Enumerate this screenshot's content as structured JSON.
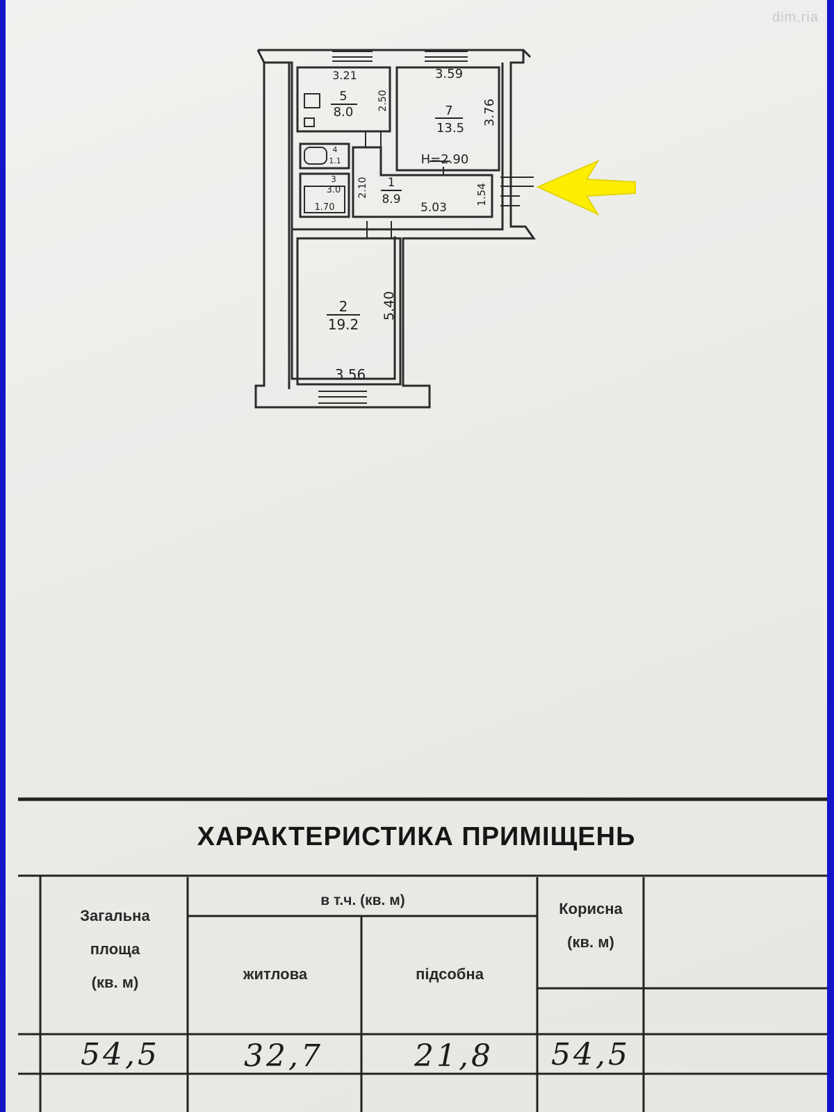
{
  "watermark": "dim.ria",
  "plan": {
    "rooms": [
      {
        "number": "5",
        "area": "8.0",
        "width": "3.21",
        "height": "2.50"
      },
      {
        "number": "7",
        "area": "13.5",
        "width": "3.59",
        "height": "3.76"
      },
      {
        "number": "4",
        "area": "1.1"
      },
      {
        "number": "3",
        "area": "3.0",
        "width": "1.70"
      },
      {
        "number": "1",
        "area": "8.9",
        "width": "5.03",
        "height": "1.54",
        "side": "2.10"
      },
      {
        "number": "2",
        "area": "19.2",
        "width": "3.56",
        "height": "5.40"
      }
    ],
    "ceiling_height": "H=2.90",
    "arrow_color": "#ffee00"
  },
  "table": {
    "title": "ХАРАКТЕРИСТИКА ПРИМІЩЕНЬ",
    "headers": {
      "total_line1": "Загальна",
      "total_line2": "площа",
      "total_line3": "(кв. м)",
      "including": "в т.ч. (кв. м)",
      "living": "житлова",
      "auxiliary": "підсобна",
      "useful_line1": "Корисна",
      "useful_line2": "(кв. м)"
    },
    "values": {
      "total": "54,5",
      "living": "32,7",
      "auxiliary": "21,8",
      "useful": "54,5"
    }
  }
}
